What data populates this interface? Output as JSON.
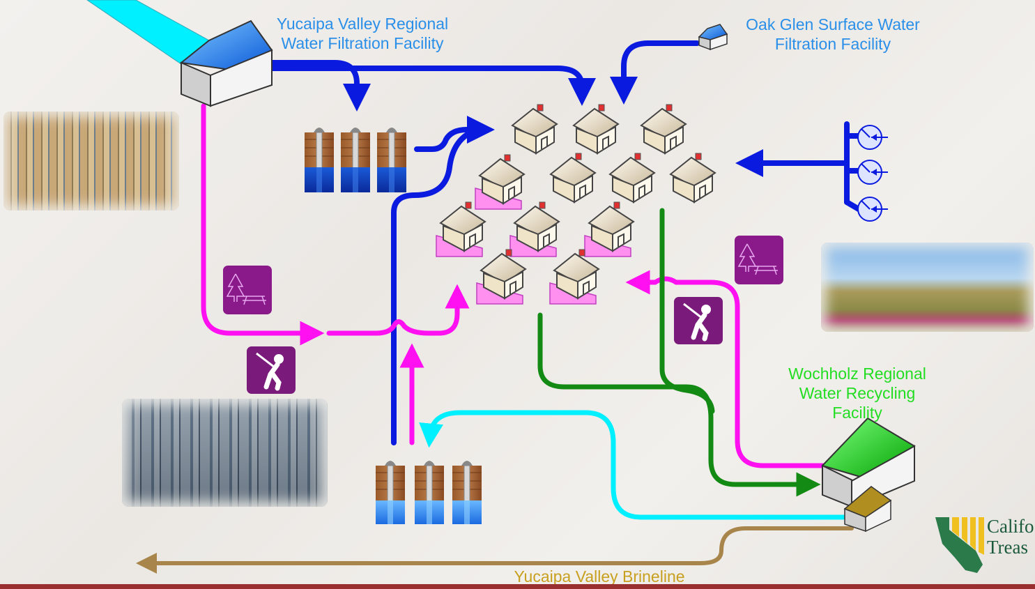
{
  "labels": {
    "yucaipa_filtration": [
      "Yucaipa Valley Regional",
      "Water Filtration Facility"
    ],
    "oak_glen": [
      "Oak Glen Surface Water",
      "Filtration Facility"
    ],
    "wochholz": [
      "Wochholz Regional",
      "Water Recycling",
      "Facility"
    ],
    "brineline": "Yucaipa Valley Brineline"
  },
  "logo": {
    "line1": "Califo",
    "line2": "Treas"
  },
  "colors": {
    "potable": "#0a1adf",
    "recycled": "#ff10f0",
    "wastewater": "#138a13",
    "desalter": "#00f0ff",
    "brine": "#a8854a",
    "accent_bar": "#9a2f2f"
  },
  "icons": [
    "park-icon",
    "golf-icon",
    "house-icon",
    "well-icon",
    "pump-icon",
    "facility-icon"
  ]
}
